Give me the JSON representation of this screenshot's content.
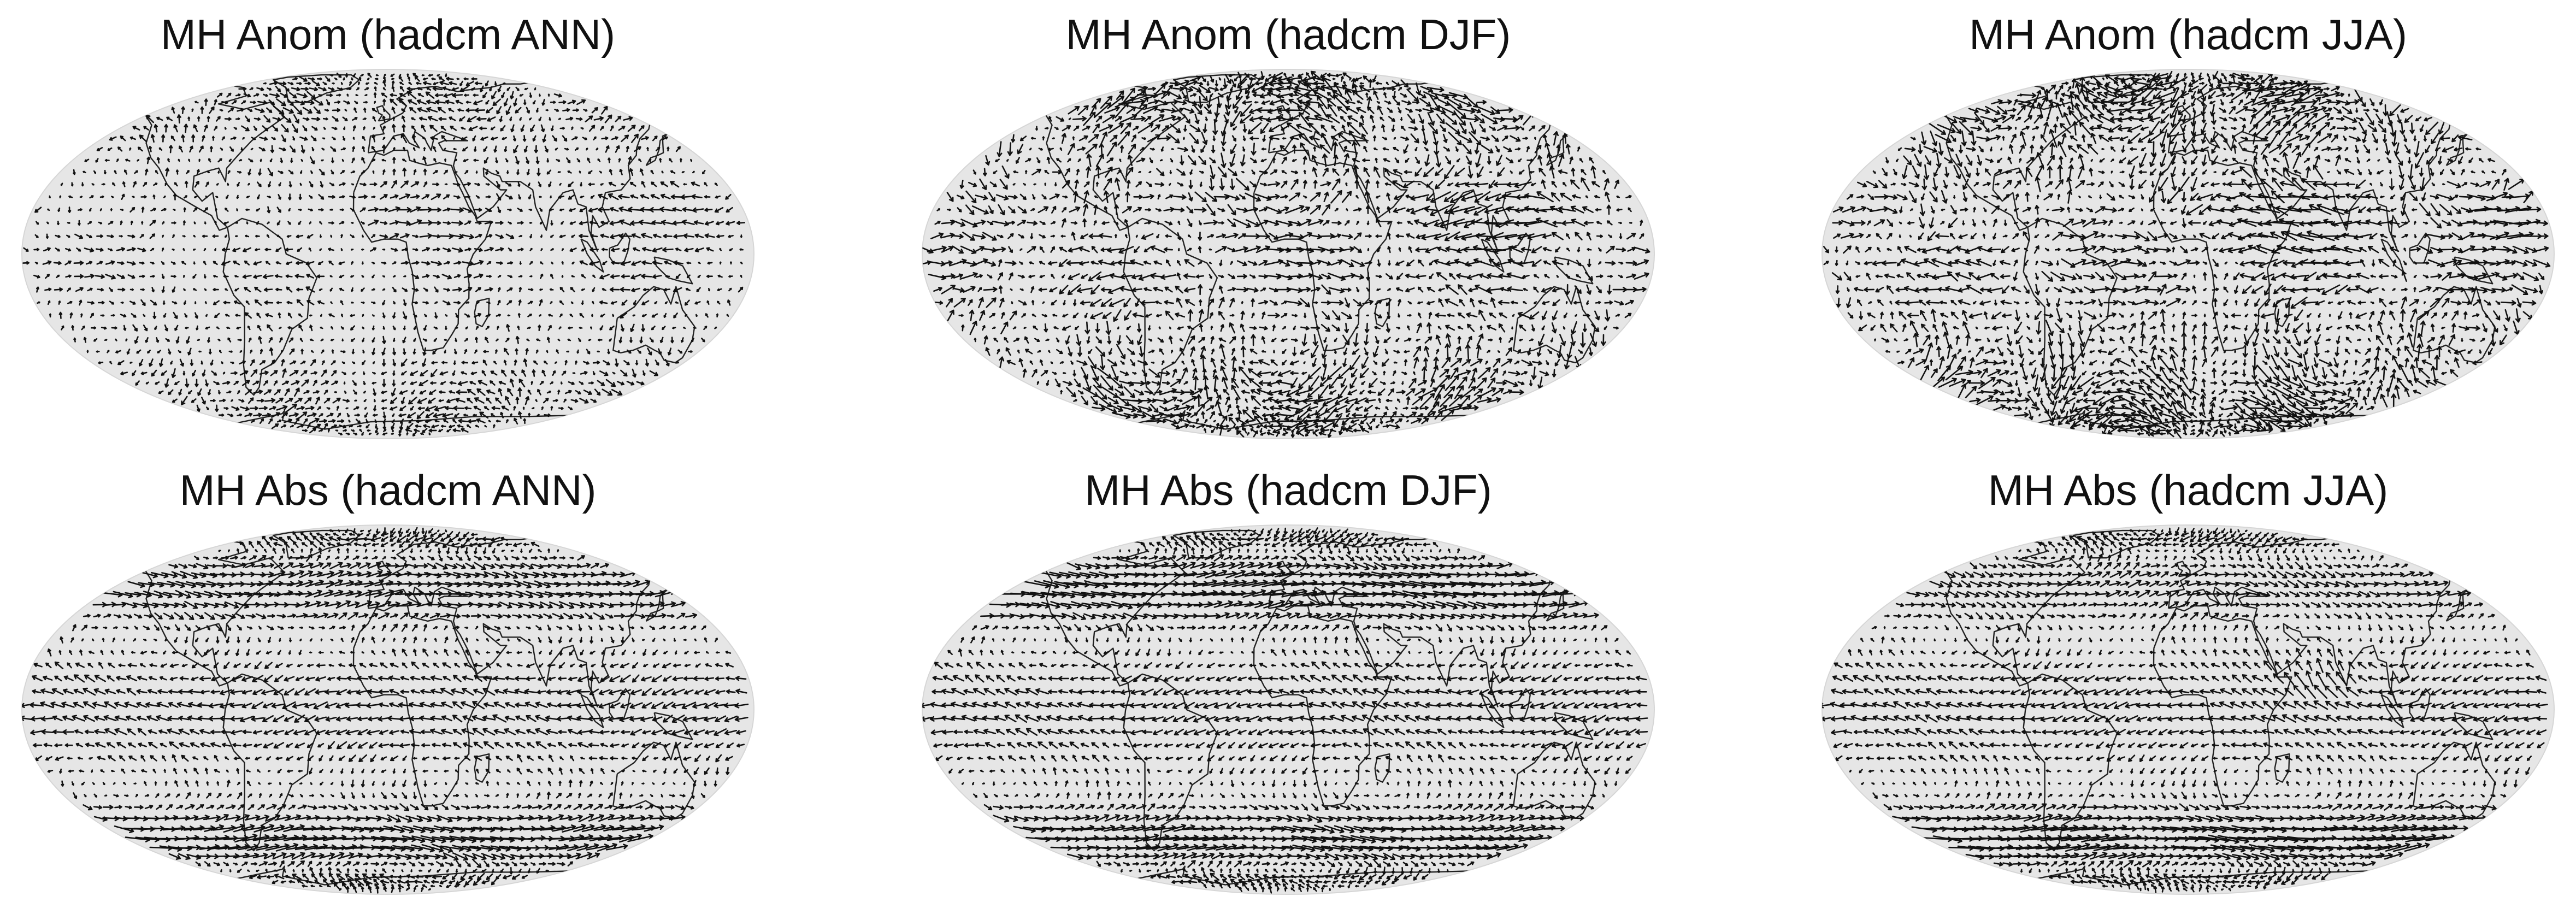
{
  "figure": {
    "colors": {
      "ocean_fill": "#e6e6e6",
      "vector_color": "#111111",
      "coastline_color": "#222222",
      "background": "#ffffff"
    },
    "projection": "robinson",
    "panels": [
      {
        "title": "MH Anom (hadcm ANN)",
        "kind": "anomaly",
        "season": "ANN"
      },
      {
        "title": "MH Anom (hadcm DJF)",
        "kind": "anomaly",
        "season": "DJF"
      },
      {
        "title": "MH Anom (hadcm JJA)",
        "kind": "anomaly",
        "season": "JJA"
      },
      {
        "title": "MH Abs (hadcm ANN)",
        "kind": "absolute",
        "season": "ANN"
      },
      {
        "title": "MH Abs (hadcm DJF)",
        "kind": "absolute",
        "season": "DJF"
      },
      {
        "title": "MH Abs (hadcm JJA)",
        "kind": "absolute",
        "season": "JJA"
      }
    ]
  }
}
